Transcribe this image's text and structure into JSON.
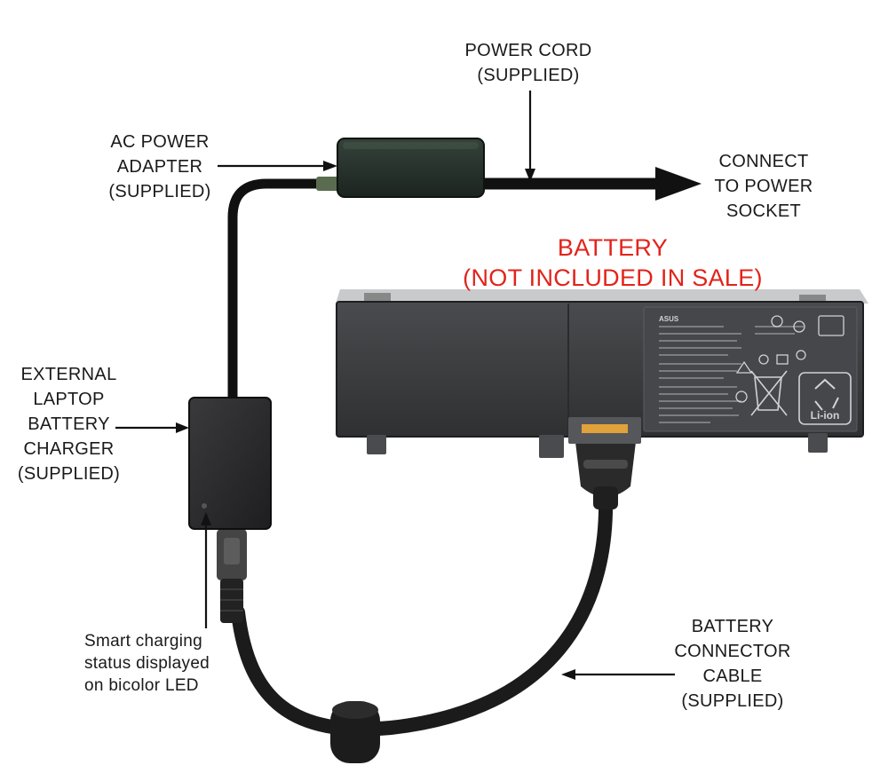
{
  "labels": {
    "power_cord": [
      "POWER CORD",
      "(SUPPLIED)"
    ],
    "ac_adapter": [
      "AC POWER",
      "ADAPTER",
      "(SUPPLIED)"
    ],
    "power_socket": [
      "CONNECT",
      "TO POWER",
      "SOCKET"
    ],
    "battery": [
      "BATTERY",
      "(NOT INCLUDED IN SALE)"
    ],
    "charger": [
      "EXTERNAL",
      "LAPTOP",
      "BATTERY",
      "CHARGER",
      "(SUPPLIED)"
    ],
    "led_note": [
      "Smart charging",
      "status displayed",
      "on bicolor LED"
    ],
    "connector_cable": [
      "BATTERY",
      "CONNECTOR",
      "CABLE",
      "(SUPPLIED)"
    ]
  },
  "battery_label": {
    "brand": "ASUS",
    "chemistry": "Li-ion"
  },
  "colors": {
    "accent": "#e2231a",
    "device": "#2c2c2c",
    "adapter": "#25302a",
    "battery": "#3a3b3d"
  }
}
